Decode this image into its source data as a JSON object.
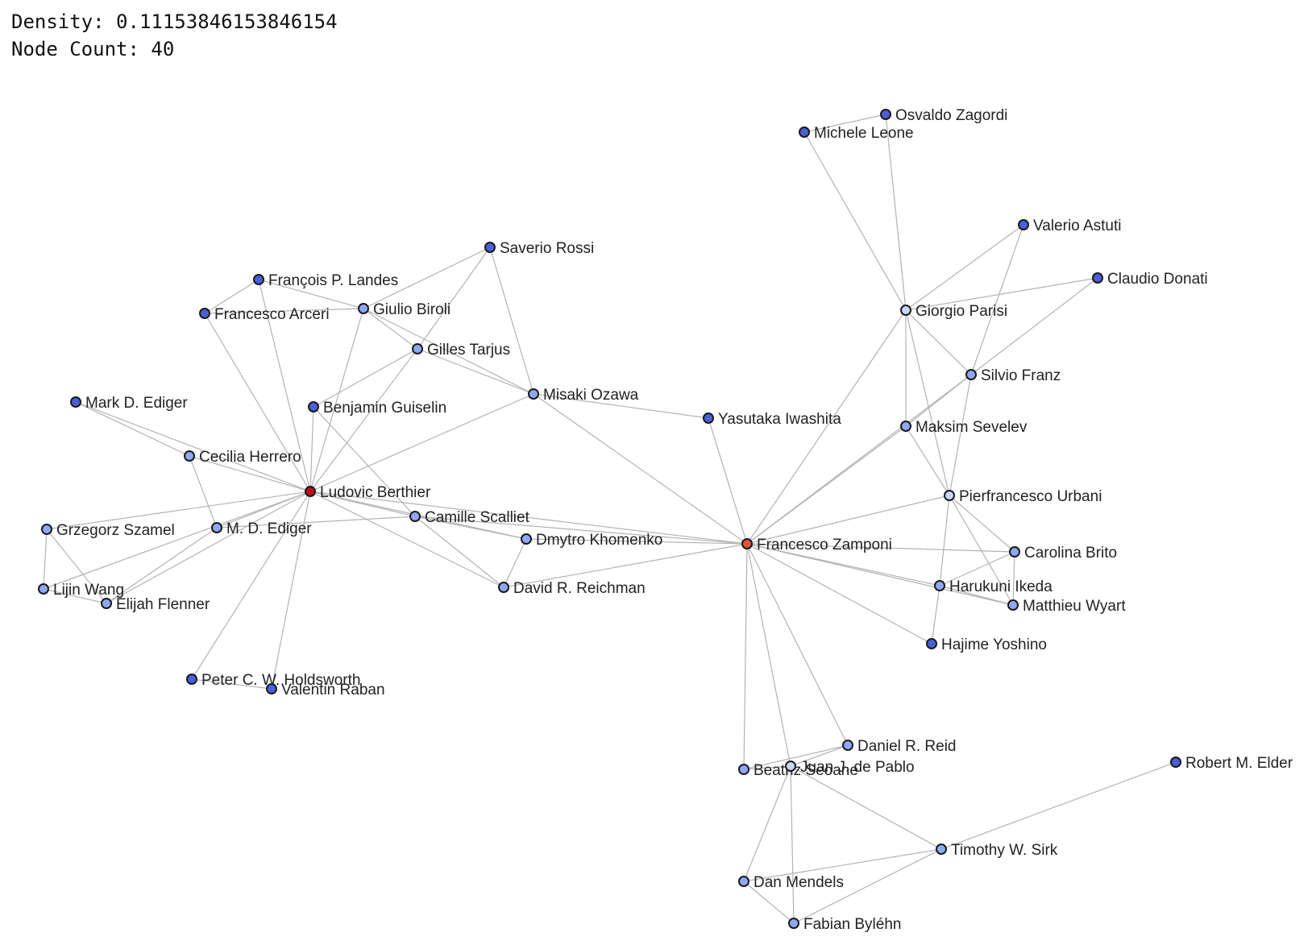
{
  "stats": {
    "density_text": "Density: 0.11153846153846154",
    "node_count_text": "Node Count: 40"
  },
  "colors": {
    "hub_red": "#b5121b",
    "secondary_red": "#e0533f",
    "mid_blue": "#4a5fd8",
    "light_blue": "#8ea8f5",
    "pale_blue": "#c8d6fb",
    "edge_gray": "#b3b3b3"
  },
  "graph": {
    "nodes": [
      {
        "id": "osvaldo-zagordi",
        "label": "Osvaldo Zagordi",
        "color": "mid_blue"
      },
      {
        "id": "michele-leone",
        "label": "Michele Leone",
        "color": "mid_blue"
      },
      {
        "id": "valerio-astuti",
        "label": "Valerio Astuti",
        "color": "mid_blue"
      },
      {
        "id": "claudio-donati",
        "label": "Claudio Donati",
        "color": "mid_blue"
      },
      {
        "id": "giorgio-parisi",
        "label": "Giorgio Parisi",
        "color": "pale_blue"
      },
      {
        "id": "silvio-franz",
        "label": "Silvio Franz",
        "color": "light_blue"
      },
      {
        "id": "maksim-sevelev",
        "label": "Maksim Sevelev",
        "color": "light_blue"
      },
      {
        "id": "pierfrancesco-urbani",
        "label": "Pierfrancesco Urbani",
        "color": "pale_blue"
      },
      {
        "id": "carolina-brito",
        "label": "Carolina Brito",
        "color": "light_blue"
      },
      {
        "id": "harukuni-ikeda",
        "label": "Harukuni Ikeda",
        "color": "light_blue"
      },
      {
        "id": "matthieu-wyart",
        "label": "Matthieu Wyart",
        "color": "light_blue"
      },
      {
        "id": "hajime-yoshino",
        "label": "Hajime Yoshino",
        "color": "mid_blue"
      },
      {
        "id": "francesco-zamponi",
        "label": "Francesco Zamponi",
        "color": "secondary_red"
      },
      {
        "id": "yasutaka-iwashita",
        "label": "Yasutaka Iwashita",
        "color": "mid_blue"
      },
      {
        "id": "misaki-ozawa",
        "label": "Misaki Ozawa",
        "color": "light_blue"
      },
      {
        "id": "saverio-rossi",
        "label": "Saverio Rossi",
        "color": "mid_blue"
      },
      {
        "id": "francois-landes",
        "label": "François P. Landes",
        "color": "mid_blue"
      },
      {
        "id": "francesco-arceri",
        "label": "Francesco Arceri",
        "color": "mid_blue"
      },
      {
        "id": "giulio-biroli",
        "label": "Giulio Biroli",
        "color": "light_blue"
      },
      {
        "id": "gilles-tarjus",
        "label": "Gilles Tarjus",
        "color": "light_blue"
      },
      {
        "id": "benjamin-guiselin",
        "label": "Benjamin Guiselin",
        "color": "mid_blue"
      },
      {
        "id": "mark-ediger",
        "label": "Mark D. Ediger",
        "color": "mid_blue"
      },
      {
        "id": "cecilia-herrero",
        "label": "Cecilia Herrero",
        "color": "light_blue"
      },
      {
        "id": "ludovic-berthier",
        "label": "Ludovic Berthier",
        "color": "hub_red"
      },
      {
        "id": "camille-scalliet",
        "label": "Camille Scalliet",
        "color": "light_blue"
      },
      {
        "id": "dmytro-khomenko",
        "label": "Dmytro Khomenko",
        "color": "light_blue"
      },
      {
        "id": "david-reichman",
        "label": "David R. Reichman",
        "color": "light_blue"
      },
      {
        "id": "grzegorz-szamel",
        "label": "Grzegorz Szamel",
        "color": "light_blue"
      },
      {
        "id": "md-ediger",
        "label": "M. D. Ediger",
        "color": "light_blue"
      },
      {
        "id": "lijin-wang",
        "label": "Lijin Wang",
        "color": "light_blue"
      },
      {
        "id": "elijah-flenner",
        "label": "Elijah Flenner",
        "color": "light_blue"
      },
      {
        "id": "peter-holdsworth",
        "label": "Peter C. W. Holdsworth",
        "color": "mid_blue"
      },
      {
        "id": "valentin-raban",
        "label": "Valentin Raban",
        "color": "mid_blue"
      },
      {
        "id": "daniel-reid",
        "label": "Daniel R. Reid",
        "color": "light_blue"
      },
      {
        "id": "beatriz-seoane",
        "label": "Beatriz Seoane",
        "color": "light_blue"
      },
      {
        "id": "juan-de-pablo",
        "label": "Juan J. de Pablo",
        "color": "pale_blue"
      },
      {
        "id": "robert-elder",
        "label": "Robert M. Elder",
        "color": "mid_blue"
      },
      {
        "id": "timothy-sirk",
        "label": "Timothy W. Sirk",
        "color": "light_blue"
      },
      {
        "id": "dan-mendels",
        "label": "Dan Mendels",
        "color": "light_blue"
      },
      {
        "id": "fabian-bylehn",
        "label": "Fabian Byléhn",
        "color": "light_blue"
      }
    ],
    "edges": [
      [
        "michele-leone",
        "osvaldo-zagordi"
      ],
      [
        "osvaldo-zagordi",
        "giorgio-parisi"
      ],
      [
        "michele-leone",
        "giorgio-parisi"
      ],
      [
        "giorgio-parisi",
        "valerio-astuti"
      ],
      [
        "giorgio-parisi",
        "claudio-donati"
      ],
      [
        "giorgio-parisi",
        "silvio-franz"
      ],
      [
        "giorgio-parisi",
        "maksim-sevelev"
      ],
      [
        "giorgio-parisi",
        "pierfrancesco-urbani"
      ],
      [
        "giorgio-parisi",
        "francesco-zamponi"
      ],
      [
        "valerio-astuti",
        "silvio-franz"
      ],
      [
        "claudio-donati",
        "silvio-franz"
      ],
      [
        "silvio-franz",
        "pierfrancesco-urbani"
      ],
      [
        "silvio-franz",
        "francesco-zamponi"
      ],
      [
        "silvio-franz",
        "maksim-sevelev"
      ],
      [
        "maksim-sevelev",
        "pierfrancesco-urbani"
      ],
      [
        "maksim-sevelev",
        "francesco-zamponi"
      ],
      [
        "pierfrancesco-urbani",
        "francesco-zamponi"
      ],
      [
        "pierfrancesco-urbani",
        "carolina-brito"
      ],
      [
        "pierfrancesco-urbani",
        "harukuni-ikeda"
      ],
      [
        "pierfrancesco-urbani",
        "matthieu-wyart"
      ],
      [
        "carolina-brito",
        "harukuni-ikeda"
      ],
      [
        "carolina-brito",
        "matthieu-wyart"
      ],
      [
        "harukuni-ikeda",
        "matthieu-wyart"
      ],
      [
        "harukuni-ikeda",
        "hajime-yoshino"
      ],
      [
        "francesco-zamponi",
        "carolina-brito"
      ],
      [
        "francesco-zamponi",
        "harukuni-ikeda"
      ],
      [
        "francesco-zamponi",
        "matthieu-wyart"
      ],
      [
        "francesco-zamponi",
        "hajime-yoshino"
      ],
      [
        "francesco-zamponi",
        "yasutaka-iwashita"
      ],
      [
        "francesco-zamponi",
        "misaki-ozawa"
      ],
      [
        "francesco-zamponi",
        "dmytro-khomenko"
      ],
      [
        "francesco-zamponi",
        "camille-scalliet"
      ],
      [
        "francesco-zamponi",
        "david-reichman"
      ],
      [
        "francesco-zamponi",
        "ludovic-berthier"
      ],
      [
        "francesco-zamponi",
        "daniel-reid"
      ],
      [
        "francesco-zamponi",
        "beatriz-seoane"
      ],
      [
        "francesco-zamponi",
        "juan-de-pablo"
      ],
      [
        "misaki-ozawa",
        "yasutaka-iwashita"
      ],
      [
        "misaki-ozawa",
        "saverio-rossi"
      ],
      [
        "misaki-ozawa",
        "gilles-tarjus"
      ],
      [
        "misaki-ozawa",
        "giulio-biroli"
      ],
      [
        "misaki-ozawa",
        "ludovic-berthier"
      ],
      [
        "saverio-rossi",
        "giulio-biroli"
      ],
      [
        "saverio-rossi",
        "gilles-tarjus"
      ],
      [
        "francois-landes",
        "giulio-biroli"
      ],
      [
        "francois-landes",
        "francesco-arceri"
      ],
      [
        "francois-landes",
        "ludovic-berthier"
      ],
      [
        "francesco-arceri",
        "giulio-biroli"
      ],
      [
        "francesco-arceri",
        "ludovic-berthier"
      ],
      [
        "giulio-biroli",
        "gilles-tarjus"
      ],
      [
        "giulio-biroli",
        "ludovic-berthier"
      ],
      [
        "gilles-tarjus",
        "benjamin-guiselin"
      ],
      [
        "gilles-tarjus",
        "ludovic-berthier"
      ],
      [
        "benjamin-guiselin",
        "ludovic-berthier"
      ],
      [
        "benjamin-guiselin",
        "camille-scalliet"
      ],
      [
        "mark-ediger",
        "cecilia-herrero"
      ],
      [
        "mark-ediger",
        "ludovic-berthier"
      ],
      [
        "cecilia-herrero",
        "ludovic-berthier"
      ],
      [
        "cecilia-herrero",
        "md-ediger"
      ],
      [
        "ludovic-berthier",
        "camille-scalliet"
      ],
      [
        "ludovic-berthier",
        "dmytro-khomenko"
      ],
      [
        "ludovic-berthier",
        "david-reichman"
      ],
      [
        "ludovic-berthier",
        "md-ediger"
      ],
      [
        "ludovic-berthier",
        "grzegorz-szamel"
      ],
      [
        "ludovic-berthier",
        "lijin-wang"
      ],
      [
        "ludovic-berthier",
        "elijah-flenner"
      ],
      [
        "ludovic-berthier",
        "peter-holdsworth"
      ],
      [
        "ludovic-berthier",
        "valentin-raban"
      ],
      [
        "camille-scalliet",
        "dmytro-khomenko"
      ],
      [
        "camille-scalliet",
        "david-reichman"
      ],
      [
        "camille-scalliet",
        "md-ediger"
      ],
      [
        "dmytro-khomenko",
        "david-reichman"
      ],
      [
        "grzegorz-szamel",
        "lijin-wang"
      ],
      [
        "grzegorz-szamel",
        "elijah-flenner"
      ],
      [
        "lijin-wang",
        "elijah-flenner"
      ],
      [
        "md-ediger",
        "elijah-flenner"
      ],
      [
        "peter-holdsworth",
        "valentin-raban"
      ],
      [
        "daniel-reid",
        "beatriz-seoane"
      ],
      [
        "daniel-reid",
        "juan-de-pablo"
      ],
      [
        "juan-de-pablo",
        "beatriz-seoane"
      ],
      [
        "juan-de-pablo",
        "timothy-sirk"
      ],
      [
        "juan-de-pablo",
        "dan-mendels"
      ],
      [
        "juan-de-pablo",
        "fabian-bylehn"
      ],
      [
        "timothy-sirk",
        "robert-elder"
      ],
      [
        "timothy-sirk",
        "dan-mendels"
      ],
      [
        "timothy-sirk",
        "fabian-bylehn"
      ],
      [
        "dan-mendels",
        "fabian-bylehn"
      ]
    ]
  }
}
